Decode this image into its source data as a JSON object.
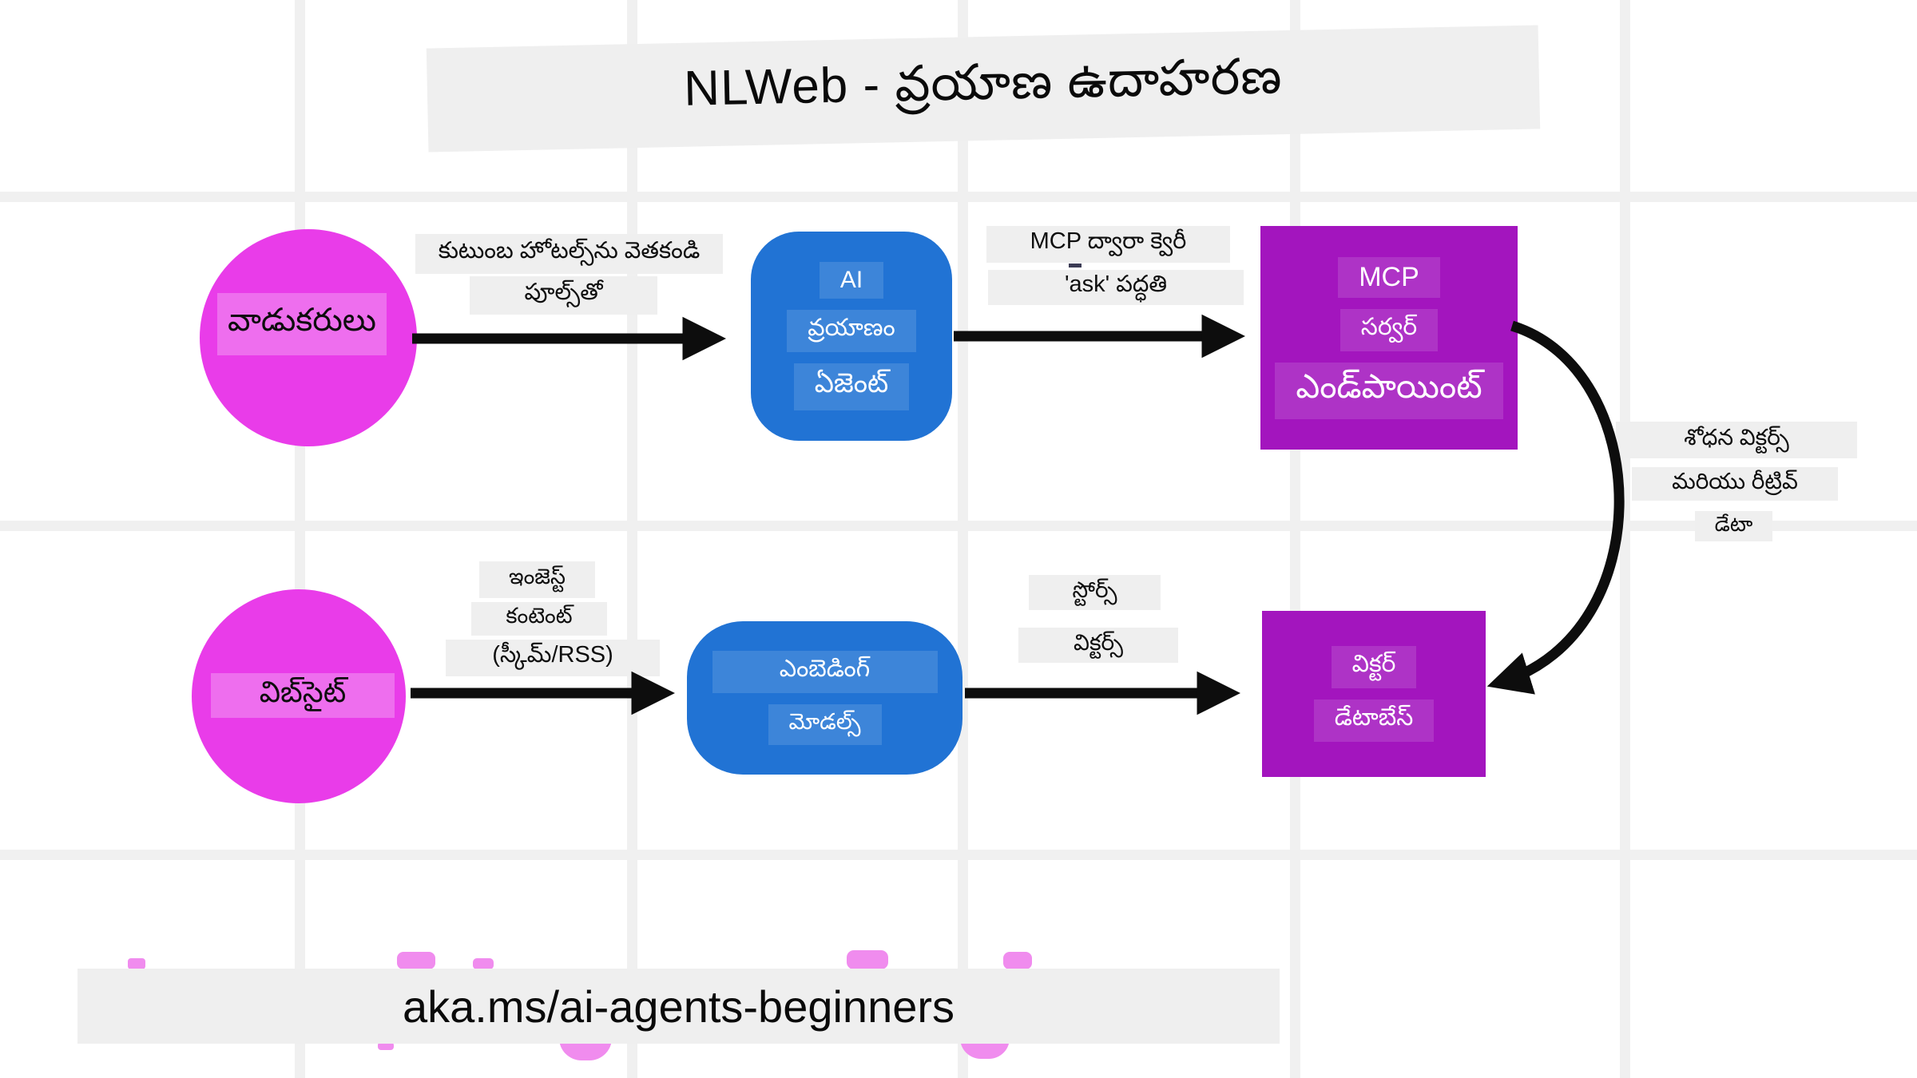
{
  "title": "NLWeb - వ్రయాణ ఉదాహరణ",
  "nodes": {
    "users": {
      "label": "వాడుకరులు"
    },
    "ai_agent": {
      "lines": [
        "AI",
        "వ్రయాణం",
        "ఏజెంట్"
      ]
    },
    "mcp_server": {
      "lines": [
        "MCP",
        "సర్వర్",
        "ఎండ్‌పాయింట్"
      ]
    },
    "website": {
      "label": "విబ్‌సైట్"
    },
    "embedding_models": {
      "lines": [
        "ఎంబెడింగ్",
        "మోడల్స్"
      ]
    },
    "vector_database": {
      "lines": [
        "విక్టర్",
        "డేటాబేస్"
      ]
    }
  },
  "edges": {
    "user_query": {
      "lines": [
        "కుటుంబ హోటల్స్‌ను వెతకండి",
        "పూల్స్‌తో"
      ]
    },
    "mcp_query": {
      "lines": [
        "MCP ద్వారా క్వెరీ",
        "'ask' పద్ధతి"
      ]
    },
    "search_retrieve": {
      "lines": [
        "శోధన విక్టర్స్",
        "మరియు రీట్రివ్",
        "డేటా"
      ]
    },
    "ingest": {
      "lines": [
        "ఇంజెస్ట్",
        "కంటెంట్",
        "(స్కీమ్/RSS)"
      ]
    },
    "store": {
      "lines": [
        "స్టోర్స్",
        "విక్టర్స్"
      ]
    }
  },
  "footer": {
    "url": "aka.ms/ai-agents-beginners"
  },
  "colors": {
    "node_magenta": "#E93CE9",
    "node_blue": "#2173D4",
    "node_purple": "#A315BE",
    "label_band": "#EFEFEF",
    "grid_line": "#F0F0F0",
    "arrow": "#0D0D0D",
    "pink_fragment": "#F08CEE"
  }
}
